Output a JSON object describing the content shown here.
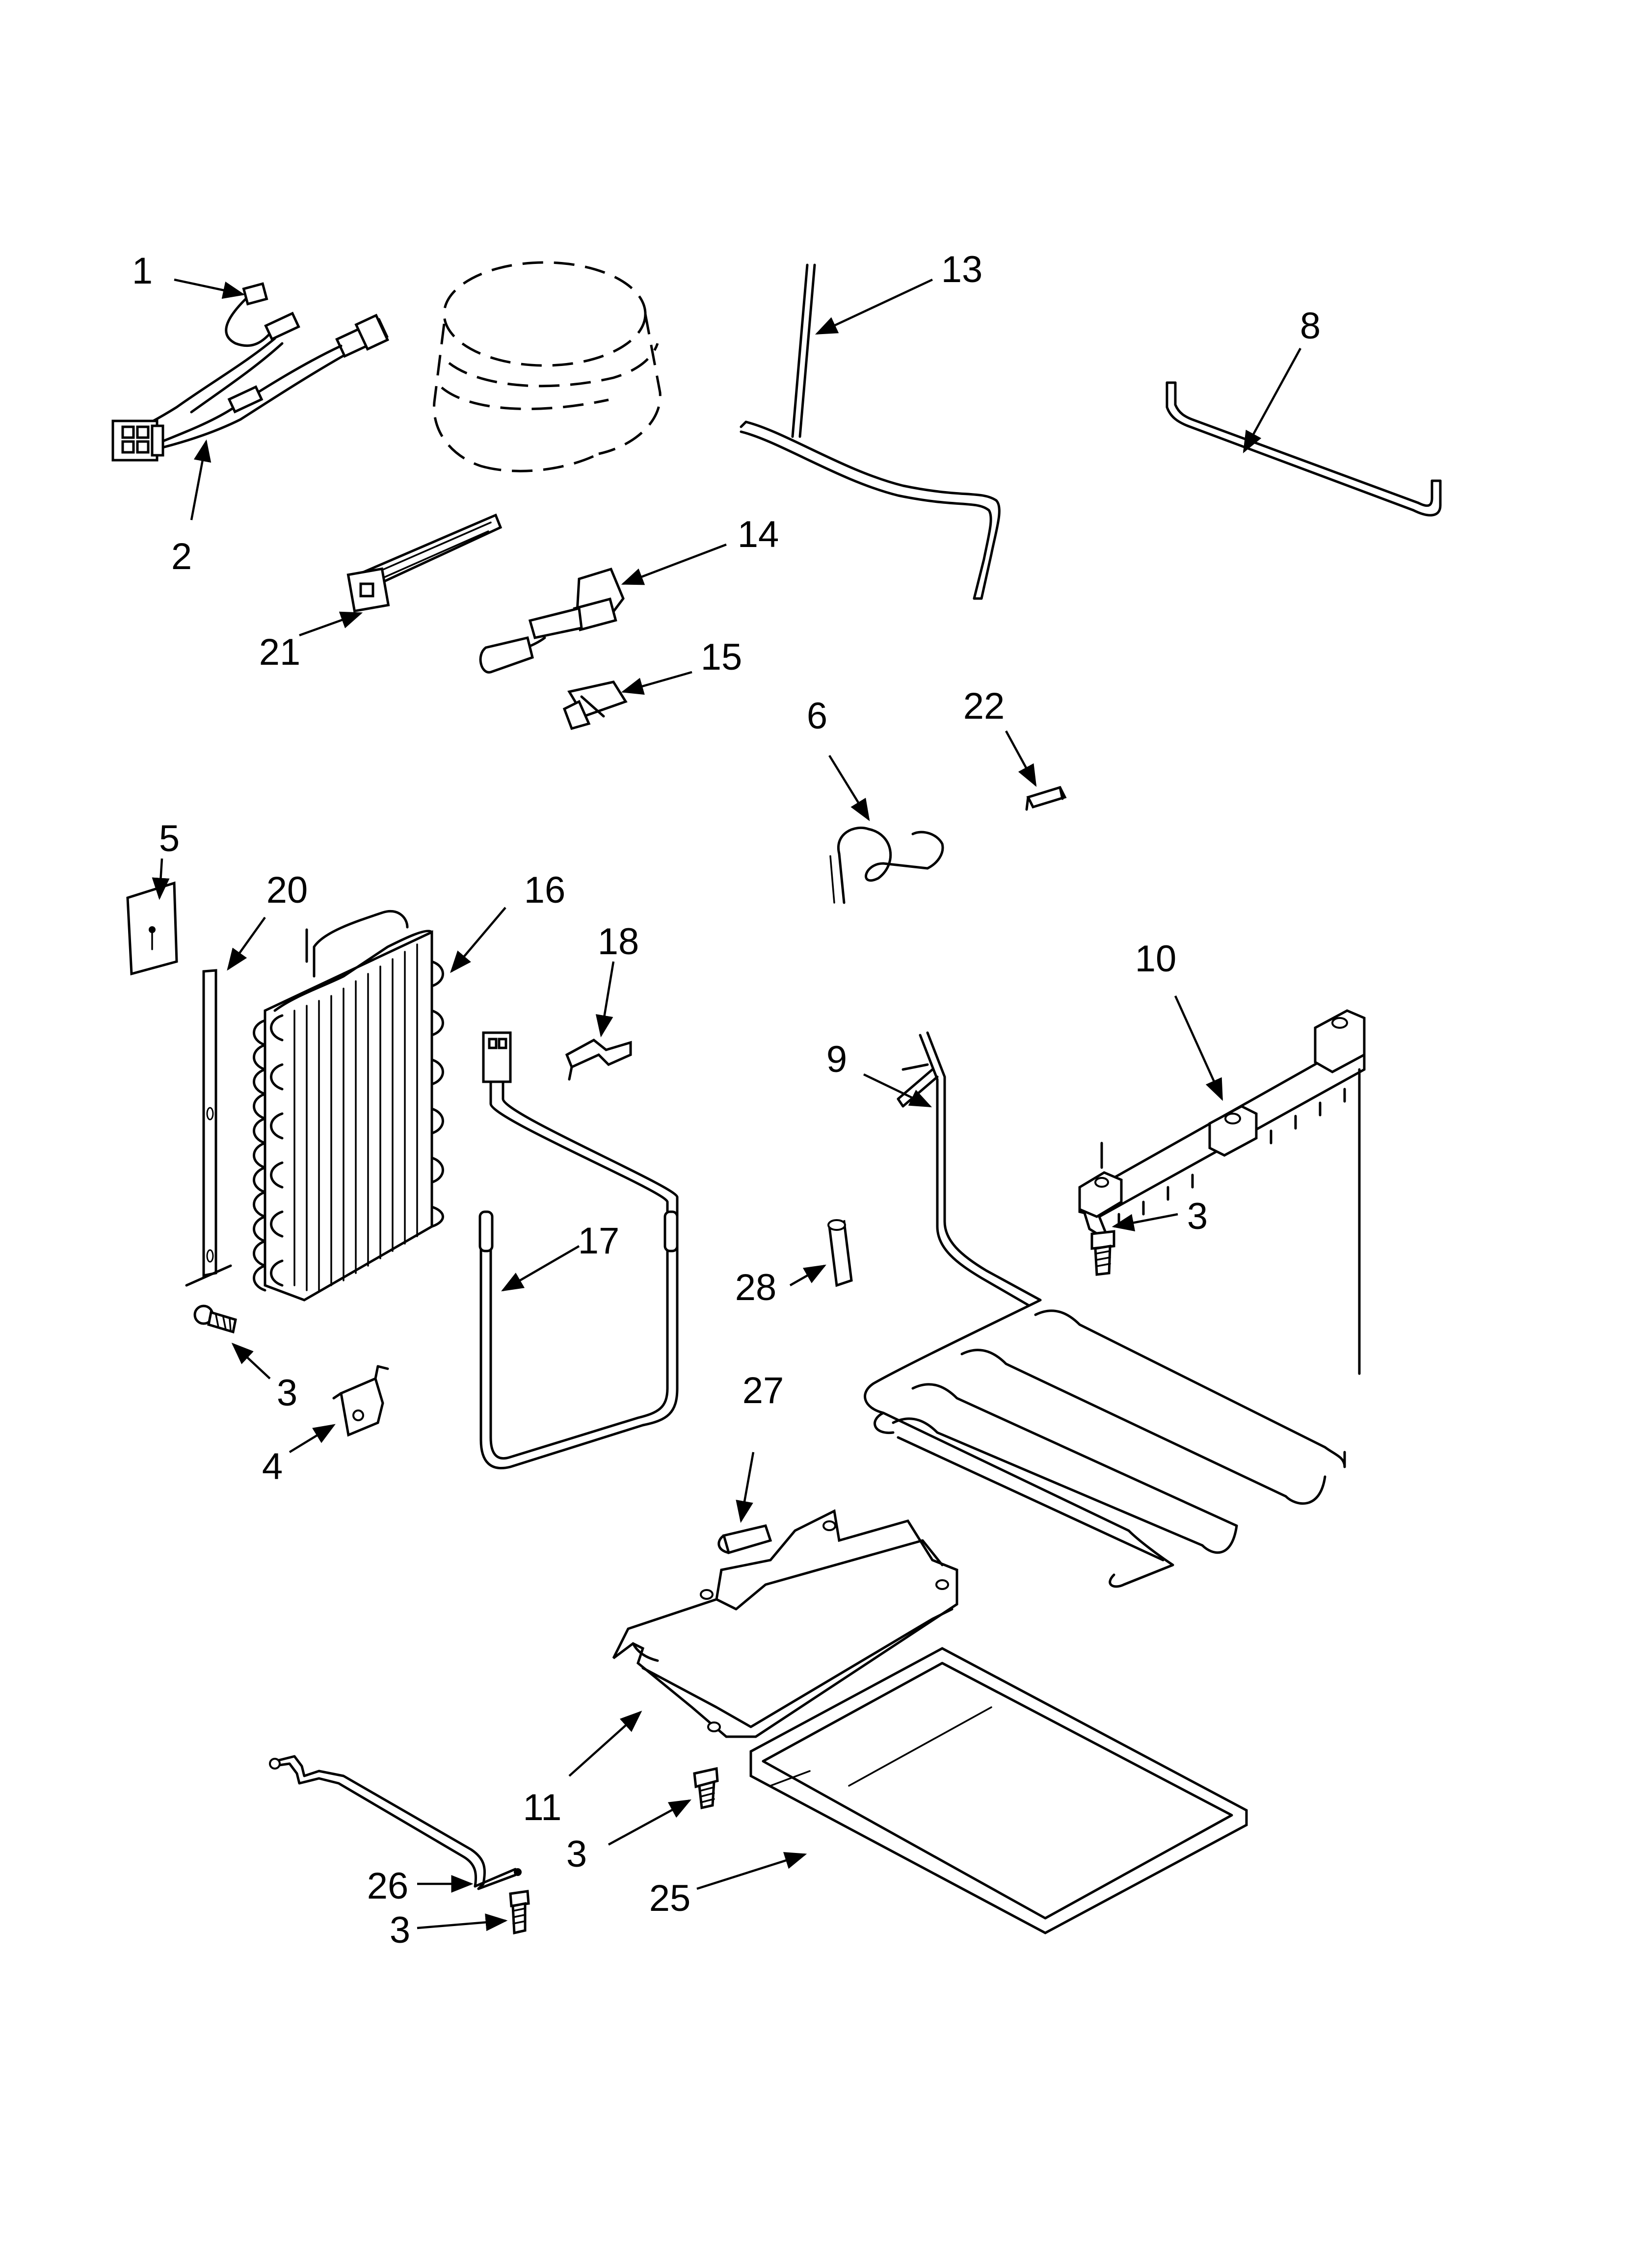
{
  "diagram": {
    "callouts": [
      {
        "id": "1",
        "label": "1"
      },
      {
        "id": "2",
        "label": "2"
      },
      {
        "id": "21",
        "label": "21"
      },
      {
        "id": "14",
        "label": "14"
      },
      {
        "id": "15",
        "label": "15"
      },
      {
        "id": "13",
        "label": "13"
      },
      {
        "id": "8",
        "label": "8"
      },
      {
        "id": "6",
        "label": "6"
      },
      {
        "id": "22",
        "label": "22"
      },
      {
        "id": "5",
        "label": "5"
      },
      {
        "id": "20",
        "label": "20"
      },
      {
        "id": "16",
        "label": "16"
      },
      {
        "id": "18",
        "label": "18"
      },
      {
        "id": "17",
        "label": "17"
      },
      {
        "id": "3a",
        "label": "3"
      },
      {
        "id": "4",
        "label": "4"
      },
      {
        "id": "10",
        "label": "10"
      },
      {
        "id": "9",
        "label": "9"
      },
      {
        "id": "3b",
        "label": "3"
      },
      {
        "id": "28",
        "label": "28"
      },
      {
        "id": "27",
        "label": "27"
      },
      {
        "id": "11",
        "label": "11"
      },
      {
        "id": "3c",
        "label": "3"
      },
      {
        "id": "25",
        "label": "25"
      },
      {
        "id": "26",
        "label": "26"
      },
      {
        "id": "3d",
        "label": "3"
      }
    ]
  }
}
